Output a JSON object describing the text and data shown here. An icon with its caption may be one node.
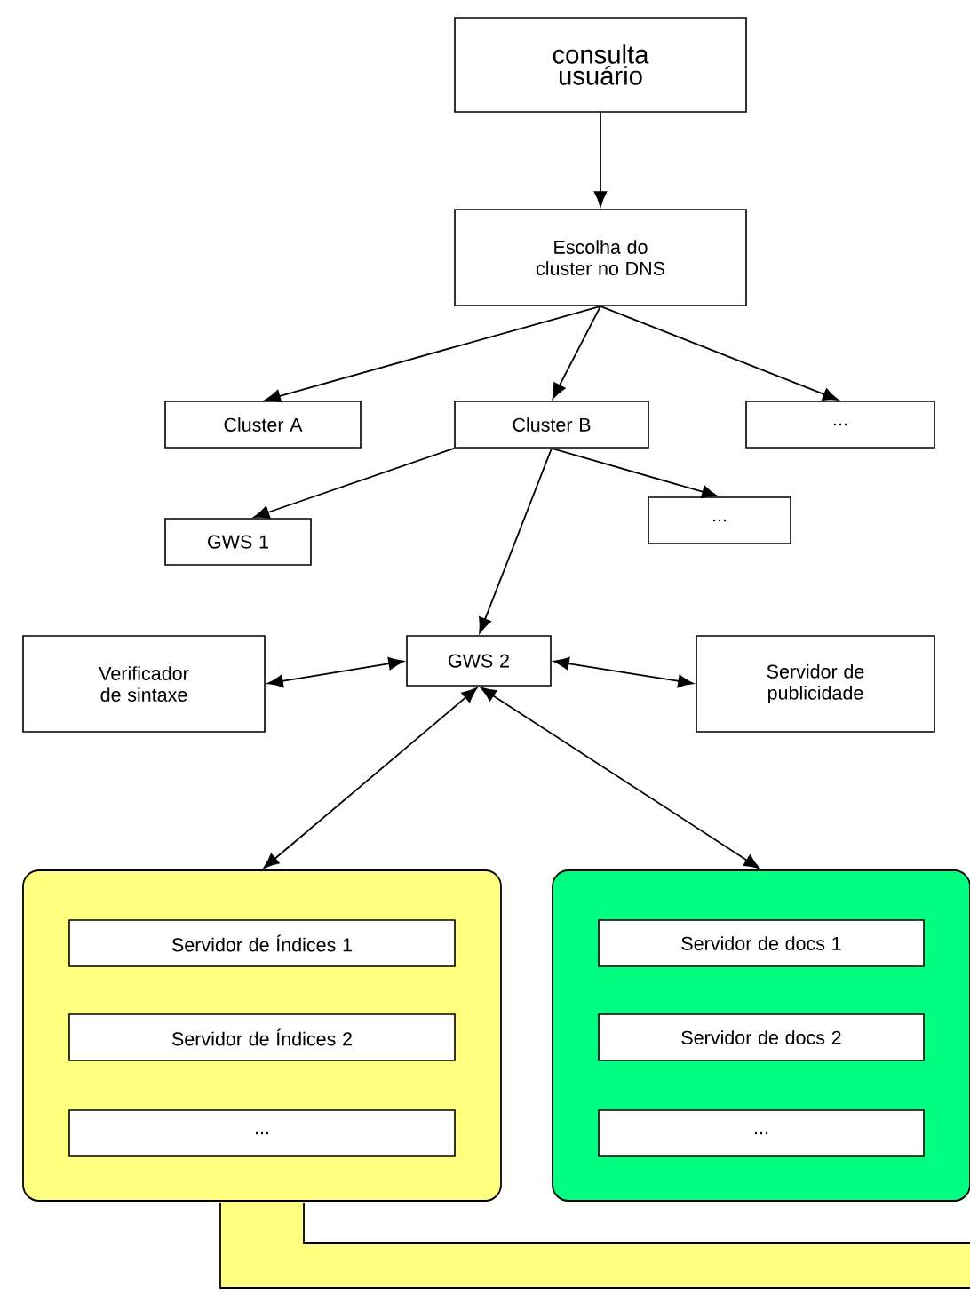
{
  "diagram": {
    "nodes": [
      {
        "text": [
          "consulta usuário"
        ]
      },
      {
        "text": [
          "Escolha do cluster no DNS"
        ]
      },
      {
        "text": [
          "Cluster A"
        ]
      },
      {
        "text": [
          "Cluster B"
        ]
      },
      {
        "text": [
          "..."
        ]
      },
      {
        "text": [
          "GWS 1"
        ]
      },
      {
        "text": [
          "..."
        ]
      },
      {
        "text": [
          "Verificador de sintaxe"
        ]
      },
      {
        "text": [
          "GWS 2"
        ]
      },
      {
        "text": [
          "Servidor de publicidade"
        ]
      },
      {
        "text": [],
        "shape": "box"
      },
      {
        "text": [
          "Servidor de Índices 1"
        ],
        "in": 10
      },
      {
        "text": [
          "Servidor de Índices 2"
        ],
        "in": 10
      },
      {
        "text": [
          "..."
        ],
        "in": 10
      },
      {
        "text": [],
        "shape": "box"
      },
      {
        "text": [
          "Servidor de docs 1"
        ],
        "in": 14
      },
      {
        "text": [
          "Servidor de docs 2"
        ],
        "in": 14
      },
      {
        "text": [
          "..."
        ],
        "in": 14
      }
    ],
    "edges": [
      {
        "from": 0,
        "to": 1,
        "arrow": "to"
      },
      {
        "from": 1,
        "to": 2,
        "arrow": "to"
      },
      {
        "from": 1,
        "to": 3,
        "arrow": "to"
      },
      {
        "from": 1,
        "to": 4,
        "arrow": "to"
      },
      {
        "from": 3,
        "to": 5,
        "arrow": "to"
      },
      {
        "from": 3,
        "to": 6,
        "arrow": "to"
      },
      {
        "from": 3,
        "to": 8,
        "arrow": "to"
      },
      {
        "from": 7,
        "to": 8,
        "arrow": "both"
      },
      {
        "from": 8,
        "to": 9,
        "arrow": "both"
      },
      {
        "from": 8,
        "to": 10,
        "arrow": "both"
      },
      {
        "from": 8,
        "to": 14,
        "arrow": "both"
      }
    ]
  }
}
